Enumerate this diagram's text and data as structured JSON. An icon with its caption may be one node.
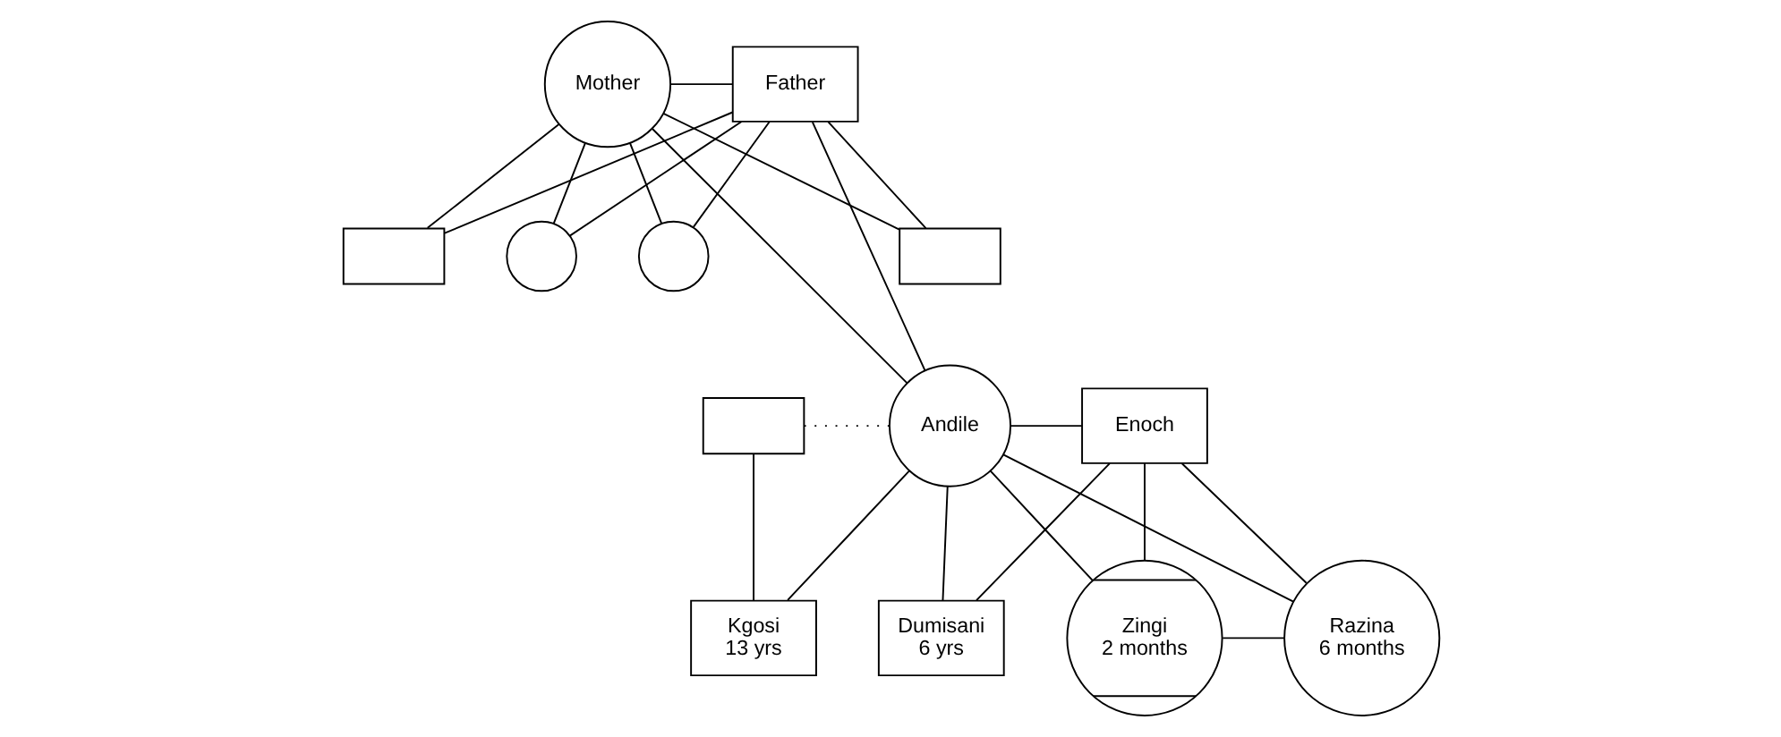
{
  "diagram": {
    "nodes": [
      {
        "text": [
          "Mother"
        ]
      },
      {
        "text": [
          "Father"
        ]
      },
      {
        "text": [],
        "shape": "box"
      },
      {
        "text": [],
        "shape": "circle"
      },
      {
        "text": [],
        "shape": "circle"
      },
      {
        "text": [],
        "shape": "box"
      },
      {
        "text": [],
        "shape": "box"
      },
      {
        "text": [
          "Andile"
        ]
      },
      {
        "text": [
          "Enoch"
        ]
      },
      {
        "text": [
          "Kgosi",
          "13 yrs"
        ]
      },
      {
        "text": [
          "Dumisani",
          "6 yrs"
        ]
      },
      {
        "text": [
          "Zingi",
          "2 months"
        ]
      },
      {
        "text": [
          "Razina",
          "6 months"
        ]
      }
    ],
    "edges": [
      {
        "from": 0,
        "to": 1,
        "arrow": "none"
      },
      {
        "from": 0,
        "to": 2,
        "arrow": "none"
      },
      {
        "from": 1,
        "to": 2,
        "arrow": "none"
      },
      {
        "from": 0,
        "to": 3,
        "arrow": "none"
      },
      {
        "from": 1,
        "to": 3,
        "arrow": "none"
      },
      {
        "from": 0,
        "to": 4,
        "arrow": "none"
      },
      {
        "from": 1,
        "to": 4,
        "arrow": "none"
      },
      {
        "from": 0,
        "to": 7,
        "arrow": "none"
      },
      {
        "from": 1,
        "to": 7,
        "arrow": "none"
      },
      {
        "from": 0,
        "to": 5,
        "arrow": "none"
      },
      {
        "from": 1,
        "to": 5,
        "arrow": "none"
      },
      {
        "from": 6,
        "to": 7,
        "arrow": "none",
        "style": "dashed"
      },
      {
        "from": 6,
        "to": 9,
        "arrow": "none"
      },
      {
        "from": 7,
        "to": 9,
        "arrow": "none"
      },
      {
        "from": 7,
        "to": 8,
        "arrow": "none"
      },
      {
        "from": 7,
        "to": 10,
        "arrow": "none"
      },
      {
        "from": 8,
        "to": 10,
        "arrow": "none"
      },
      {
        "from": 7,
        "to": 11,
        "arrow": "none"
      },
      {
        "from": 8,
        "to": 11,
        "arrow": "none"
      },
      {
        "from": 7,
        "to": 12,
        "arrow": "none"
      },
      {
        "from": 8,
        "to": 12,
        "arrow": "none"
      },
      {
        "from": 11,
        "to": 12,
        "arrow": "none"
      }
    ]
  }
}
